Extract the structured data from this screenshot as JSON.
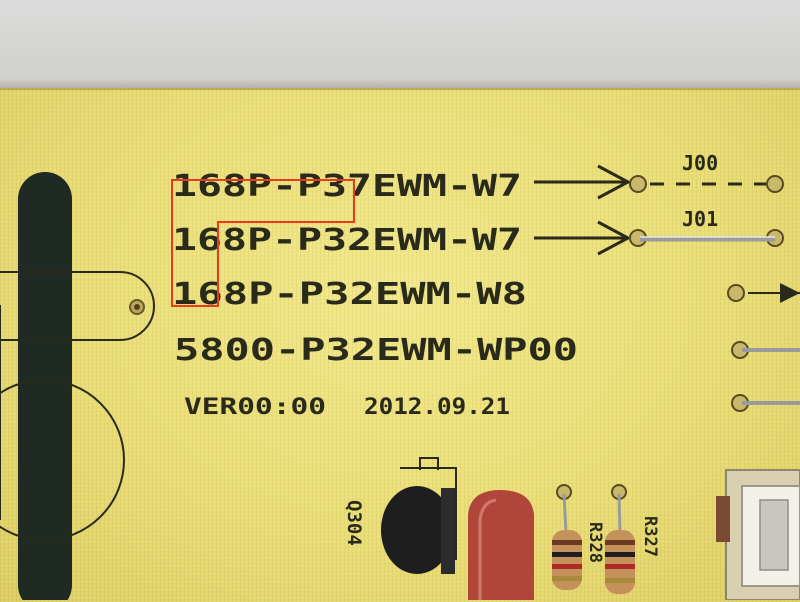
{
  "pcb": {
    "part_lines": [
      "168P-P37EWM-W7",
      "168P-P32EWM-W7",
      "168P-P32EWM-W8",
      "5800-P32EWM-WP00"
    ],
    "version": "VER00:00",
    "date": "2012.09.21",
    "jumpers": {
      "j00": "J00",
      "j01": "J01"
    },
    "transistor_ref": "Q304",
    "resistor_refs": {
      "r328": "R328",
      "r327": "R327"
    }
  },
  "colors": {
    "board": "#e9dc73",
    "silkscreen": "#2a2a1a",
    "highlight": "#e83a1e",
    "capacitor": "#b0453a",
    "transistor": "#1e1e1e"
  }
}
